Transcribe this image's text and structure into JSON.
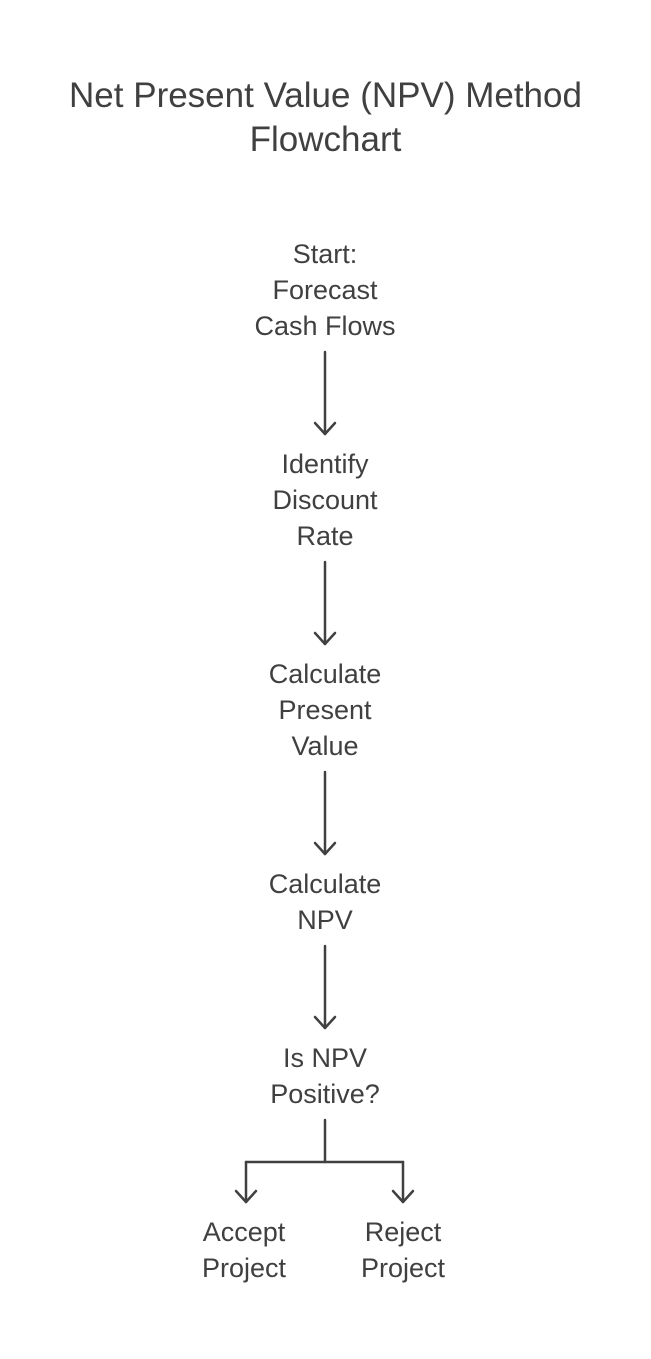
{
  "diagram": {
    "title": "Net Present Value (NPV) Method\nFlowchart",
    "nodes": {
      "start": "Start:\nForecast\nCash Flows",
      "discount": "Identify\nDiscount\nRate",
      "present_value": "Calculate\nPresent\nValue",
      "npv": "Calculate\nNPV",
      "decision": "Is NPV\nPositive?",
      "accept": "Accept\nProject",
      "reject": "Reject\nProject"
    }
  },
  "colors": {
    "text": "#404040",
    "line": "#404040",
    "background": "#ffffff"
  }
}
